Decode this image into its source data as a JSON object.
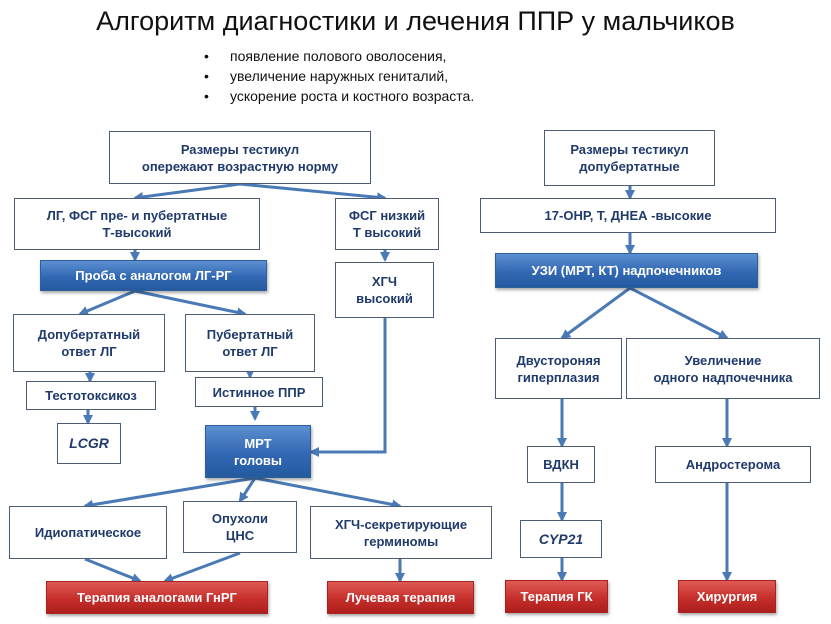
{
  "title": "Алгоритм диагностики и лечения ППР у мальчиков",
  "bullets": [
    "появление полового оволосения,",
    "увеличение наружных гениталий,",
    "ускорение роста и костного возраста."
  ],
  "nodes": {
    "testes_above_norm": "Размеры тестикул\nопережают возрастную норму",
    "lh_fsh_pre_pubertal": "ЛГ, ФСГ пре- и пубертатные\nТ-высокий",
    "fsh_low_t_high": "ФСГ низкий\nТ высокий",
    "gnrh_test": "Проба с аналогом ЛГ-РГ",
    "hcg_high": "ХГЧ\nвысокий",
    "prepubertal_lh": "Допубертатный\nответ ЛГ",
    "pubertal_lh": "Пубертатный\nответ ЛГ",
    "testotoxicosis": "Тестотоксикоз",
    "true_ppp": "Истинное ППР",
    "lcgr": "LCGR",
    "mri_head": "МРТ\nголовы",
    "idiopathic": "Идиопатическое",
    "cns_tumors": "Опухоли\nЦНС",
    "hcg_germinomas": "ХГЧ-секретирующие\nгерминомы",
    "therapy_gnrh": "Терапия аналогами ГнРГ",
    "radiation": "Лучевая терапия",
    "testes_prepubertal": "Размеры  тестикул\nдопубертатные",
    "ohp_high": "17-ОНР,  Т,  ДНЕА -высокие",
    "adrenal_us": "УЗИ (МРТ, КТ) надпочечников",
    "bilateral_hyperplasia": "Двустороняя\nгиперплазия",
    "one_adrenal_enlarged": "Увеличение\nодного надпочечника",
    "vdkn": "ВДКН",
    "androsteroma": "Андростерома",
    "cyp21": "CYP21",
    "therapy_gk": "Терапия ГК",
    "surgery": "Хирургия"
  },
  "colors": {
    "arrow": "#4a7ab5",
    "box_border": "#4a5d75",
    "box_text": "#1f3a6b",
    "blue_fill": "#3268b3",
    "red_fill": "#c62f2b"
  }
}
